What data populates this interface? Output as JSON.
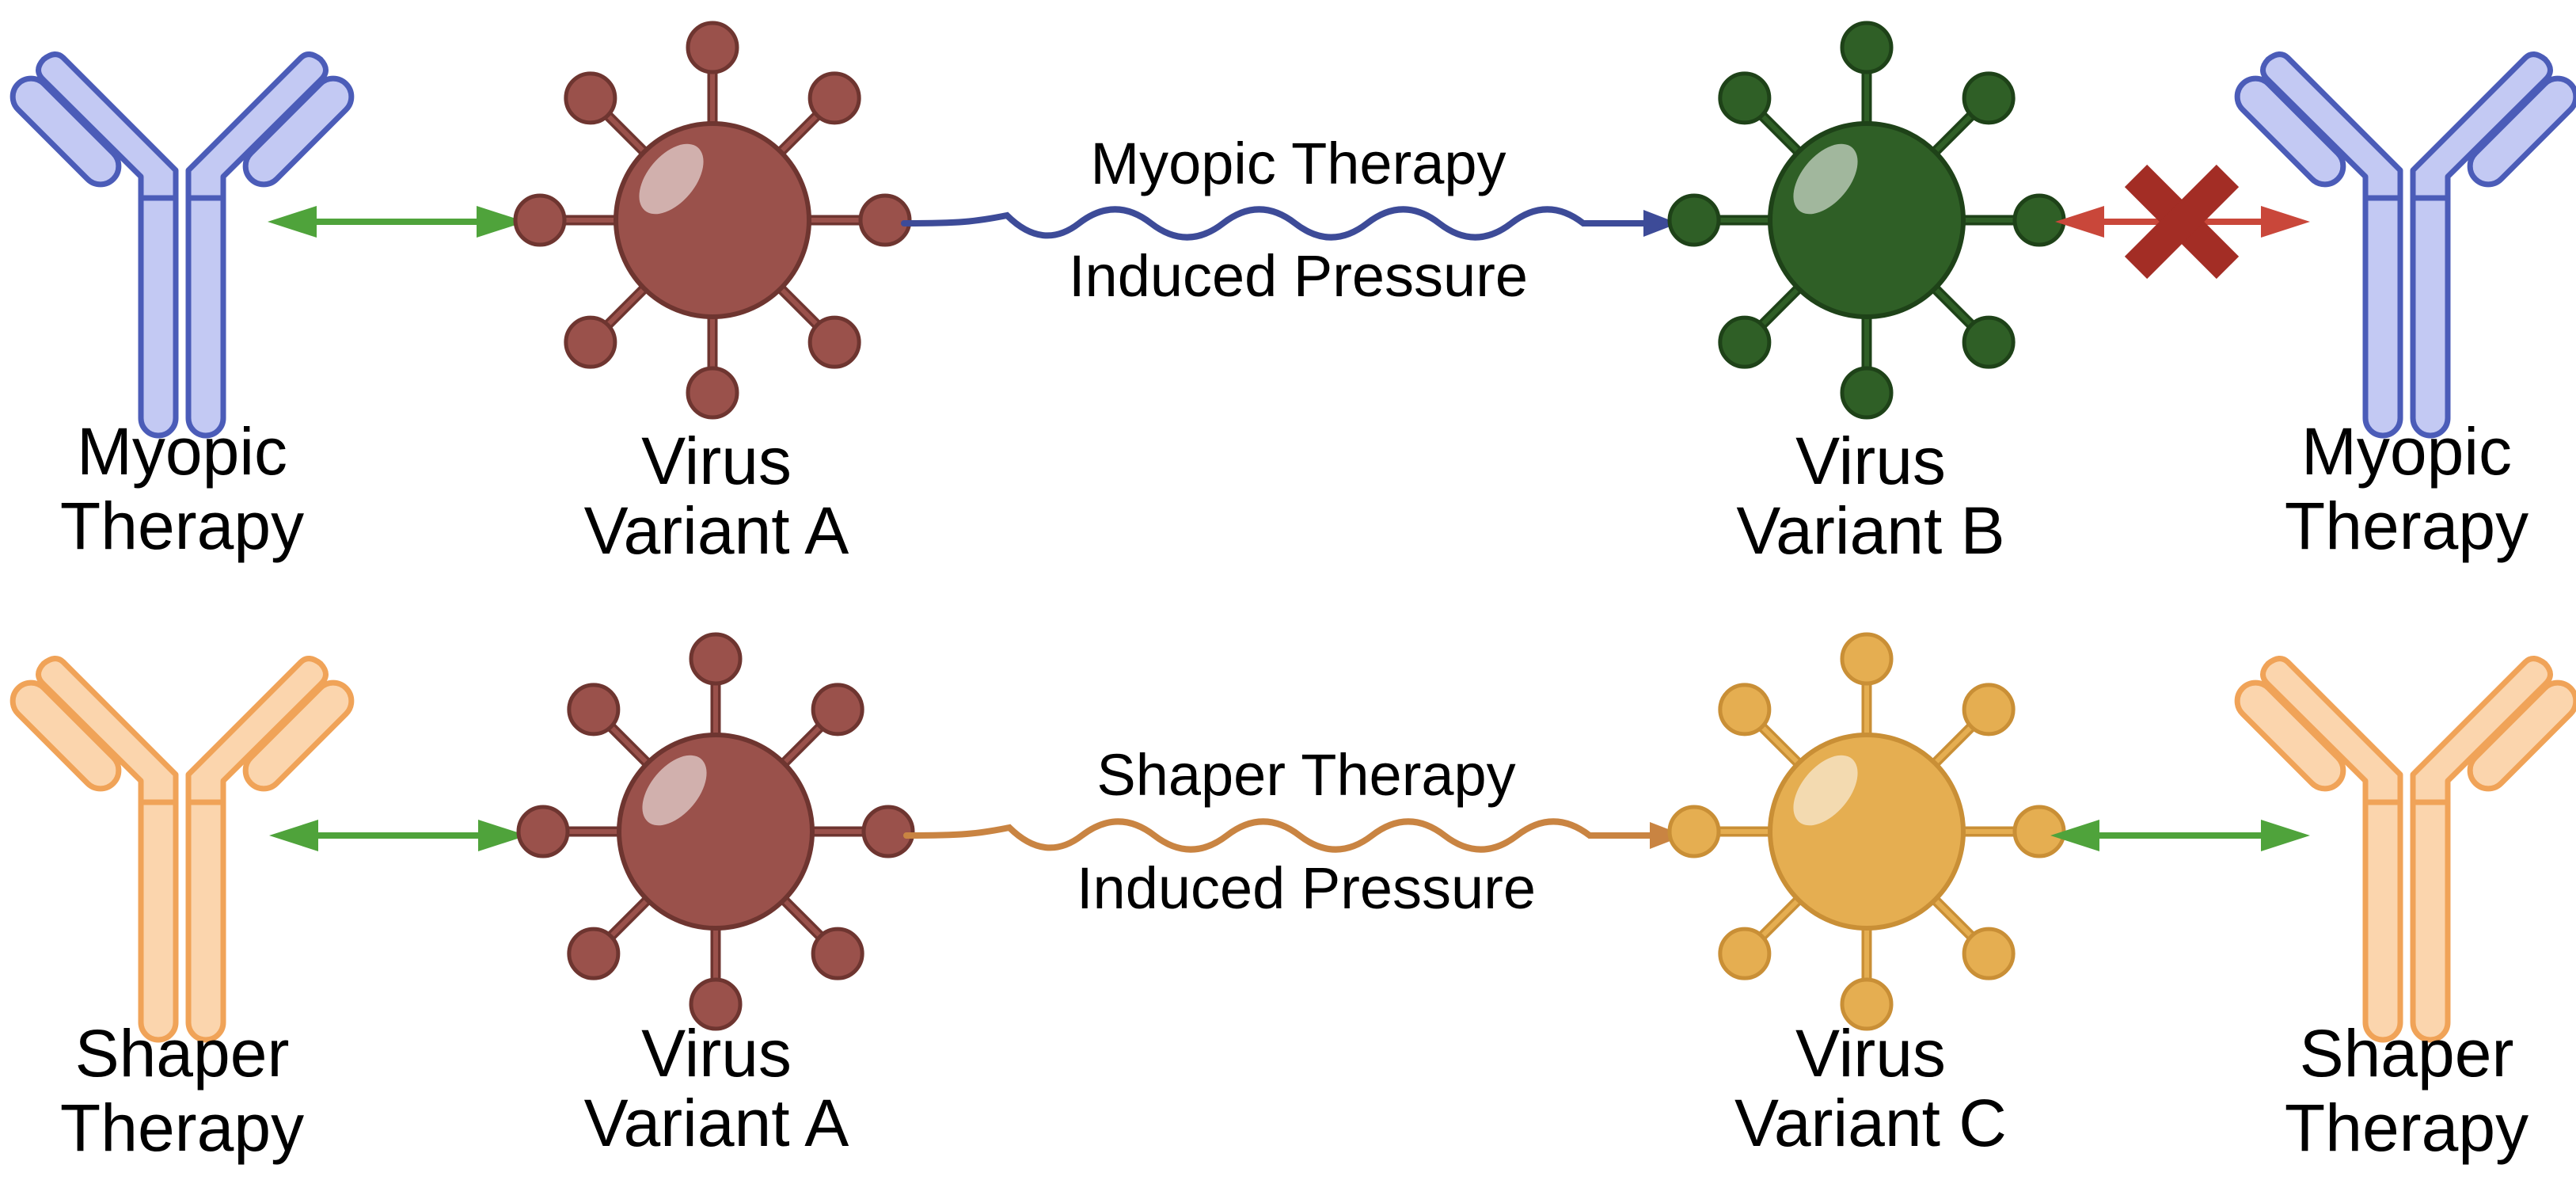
{
  "rows": [
    {
      "left_therapy": {
        "line1": "Myopic",
        "line2": "Therapy"
      },
      "source_virus": {
        "line1": "Virus",
        "line2": "Variant A"
      },
      "pressure": {
        "line1": "Myopic Therapy",
        "line2": "Induced Pressure"
      },
      "target_virus": {
        "line1": "Virus",
        "line2": "Variant B"
      },
      "right_therapy": {
        "line1": "Myopic",
        "line2": "Therapy"
      },
      "right_binding": "blocked"
    },
    {
      "left_therapy": {
        "line1": "Shaper",
        "line2": "Therapy"
      },
      "source_virus": {
        "line1": "Virus",
        "line2": "Variant A"
      },
      "pressure": {
        "line1": "Shaper Therapy",
        "line2": "Induced Pressure"
      },
      "target_virus": {
        "line1": "Virus",
        "line2": "Variant C"
      },
      "right_therapy": {
        "line1": "Shaper",
        "line2": "Therapy"
      },
      "right_binding": "binds"
    }
  ],
  "colors": {
    "myopic_antibody_fill": "#c3c9f3",
    "myopic_antibody_stroke": "#4b5cb8",
    "shaper_antibody_fill": "#fbd5ad",
    "shaper_antibody_stroke": "#f0a358",
    "variant_a_fill": "#9a514b",
    "variant_a_stroke": "#6e3530",
    "variant_b_fill": "#2f5f26",
    "variant_b_stroke": "#1e4218",
    "variant_c_fill": "#e5ae51",
    "variant_c_stroke": "#c98f36",
    "binding_arrow": "#4fa33b",
    "blocked_arrow": "#c9473a",
    "blocked_cross": "#a32d25",
    "myopic_pressure_line": "#3d4b98",
    "shaper_pressure_line": "#c98442"
  },
  "icons": {
    "antibody": "antibody-icon",
    "virus": "virus-icon",
    "binding": "double-arrow-icon",
    "blocked": "cross-icon",
    "pressure": "wavy-arrow-icon"
  }
}
